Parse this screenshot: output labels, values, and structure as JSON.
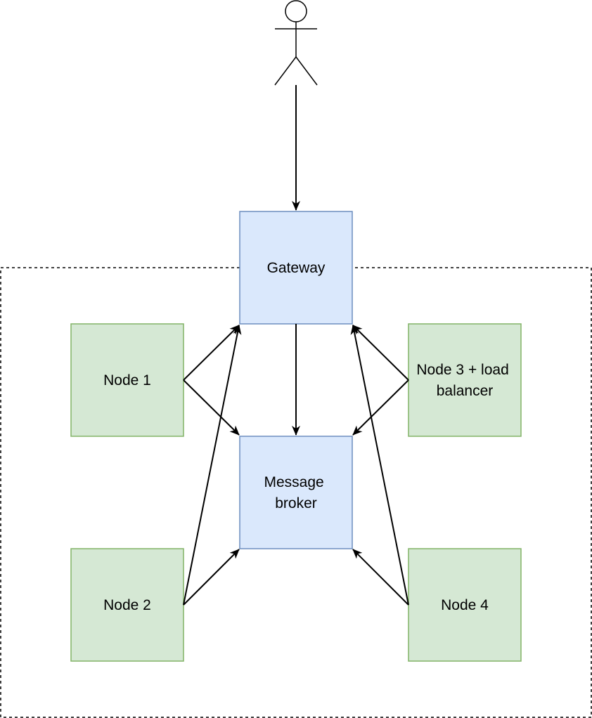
{
  "nodes": {
    "gateway": {
      "label_lines": [
        "Gateway"
      ],
      "fill": "#dae8fc",
      "stroke": "#6c8ebf"
    },
    "broker": {
      "label_lines": [
        "Message",
        "broker"
      ],
      "fill": "#dae8fc",
      "stroke": "#6c8ebf"
    },
    "node1": {
      "label_lines": [
        "Node 1"
      ],
      "fill": "#d5e8d4",
      "stroke": "#82b366"
    },
    "node2": {
      "label_lines": [
        "Node 2"
      ],
      "fill": "#d5e8d4",
      "stroke": "#82b366"
    },
    "node3": {
      "label_lines": [
        "Node 3 + load",
        "balancer"
      ],
      "fill": "#d5e8d4",
      "stroke": "#82b366"
    },
    "node4": {
      "label_lines": [
        "Node 4"
      ],
      "fill": "#d5e8d4",
      "stroke": "#82b366"
    }
  },
  "actor": {
    "icon": "stick-figure-user-icon"
  },
  "boundary": {
    "style": "dashed"
  },
  "edges": [
    {
      "from": "actor",
      "to": "gateway"
    },
    {
      "from": "gateway",
      "to": "broker"
    },
    {
      "from": "node1",
      "to": "gateway"
    },
    {
      "from": "node1",
      "to": "broker"
    },
    {
      "from": "node2",
      "to": "gateway"
    },
    {
      "from": "node2",
      "to": "broker"
    },
    {
      "from": "node3",
      "to": "gateway"
    },
    {
      "from": "node3",
      "to": "broker"
    },
    {
      "from": "node4",
      "to": "gateway"
    },
    {
      "from": "node4",
      "to": "broker"
    }
  ]
}
